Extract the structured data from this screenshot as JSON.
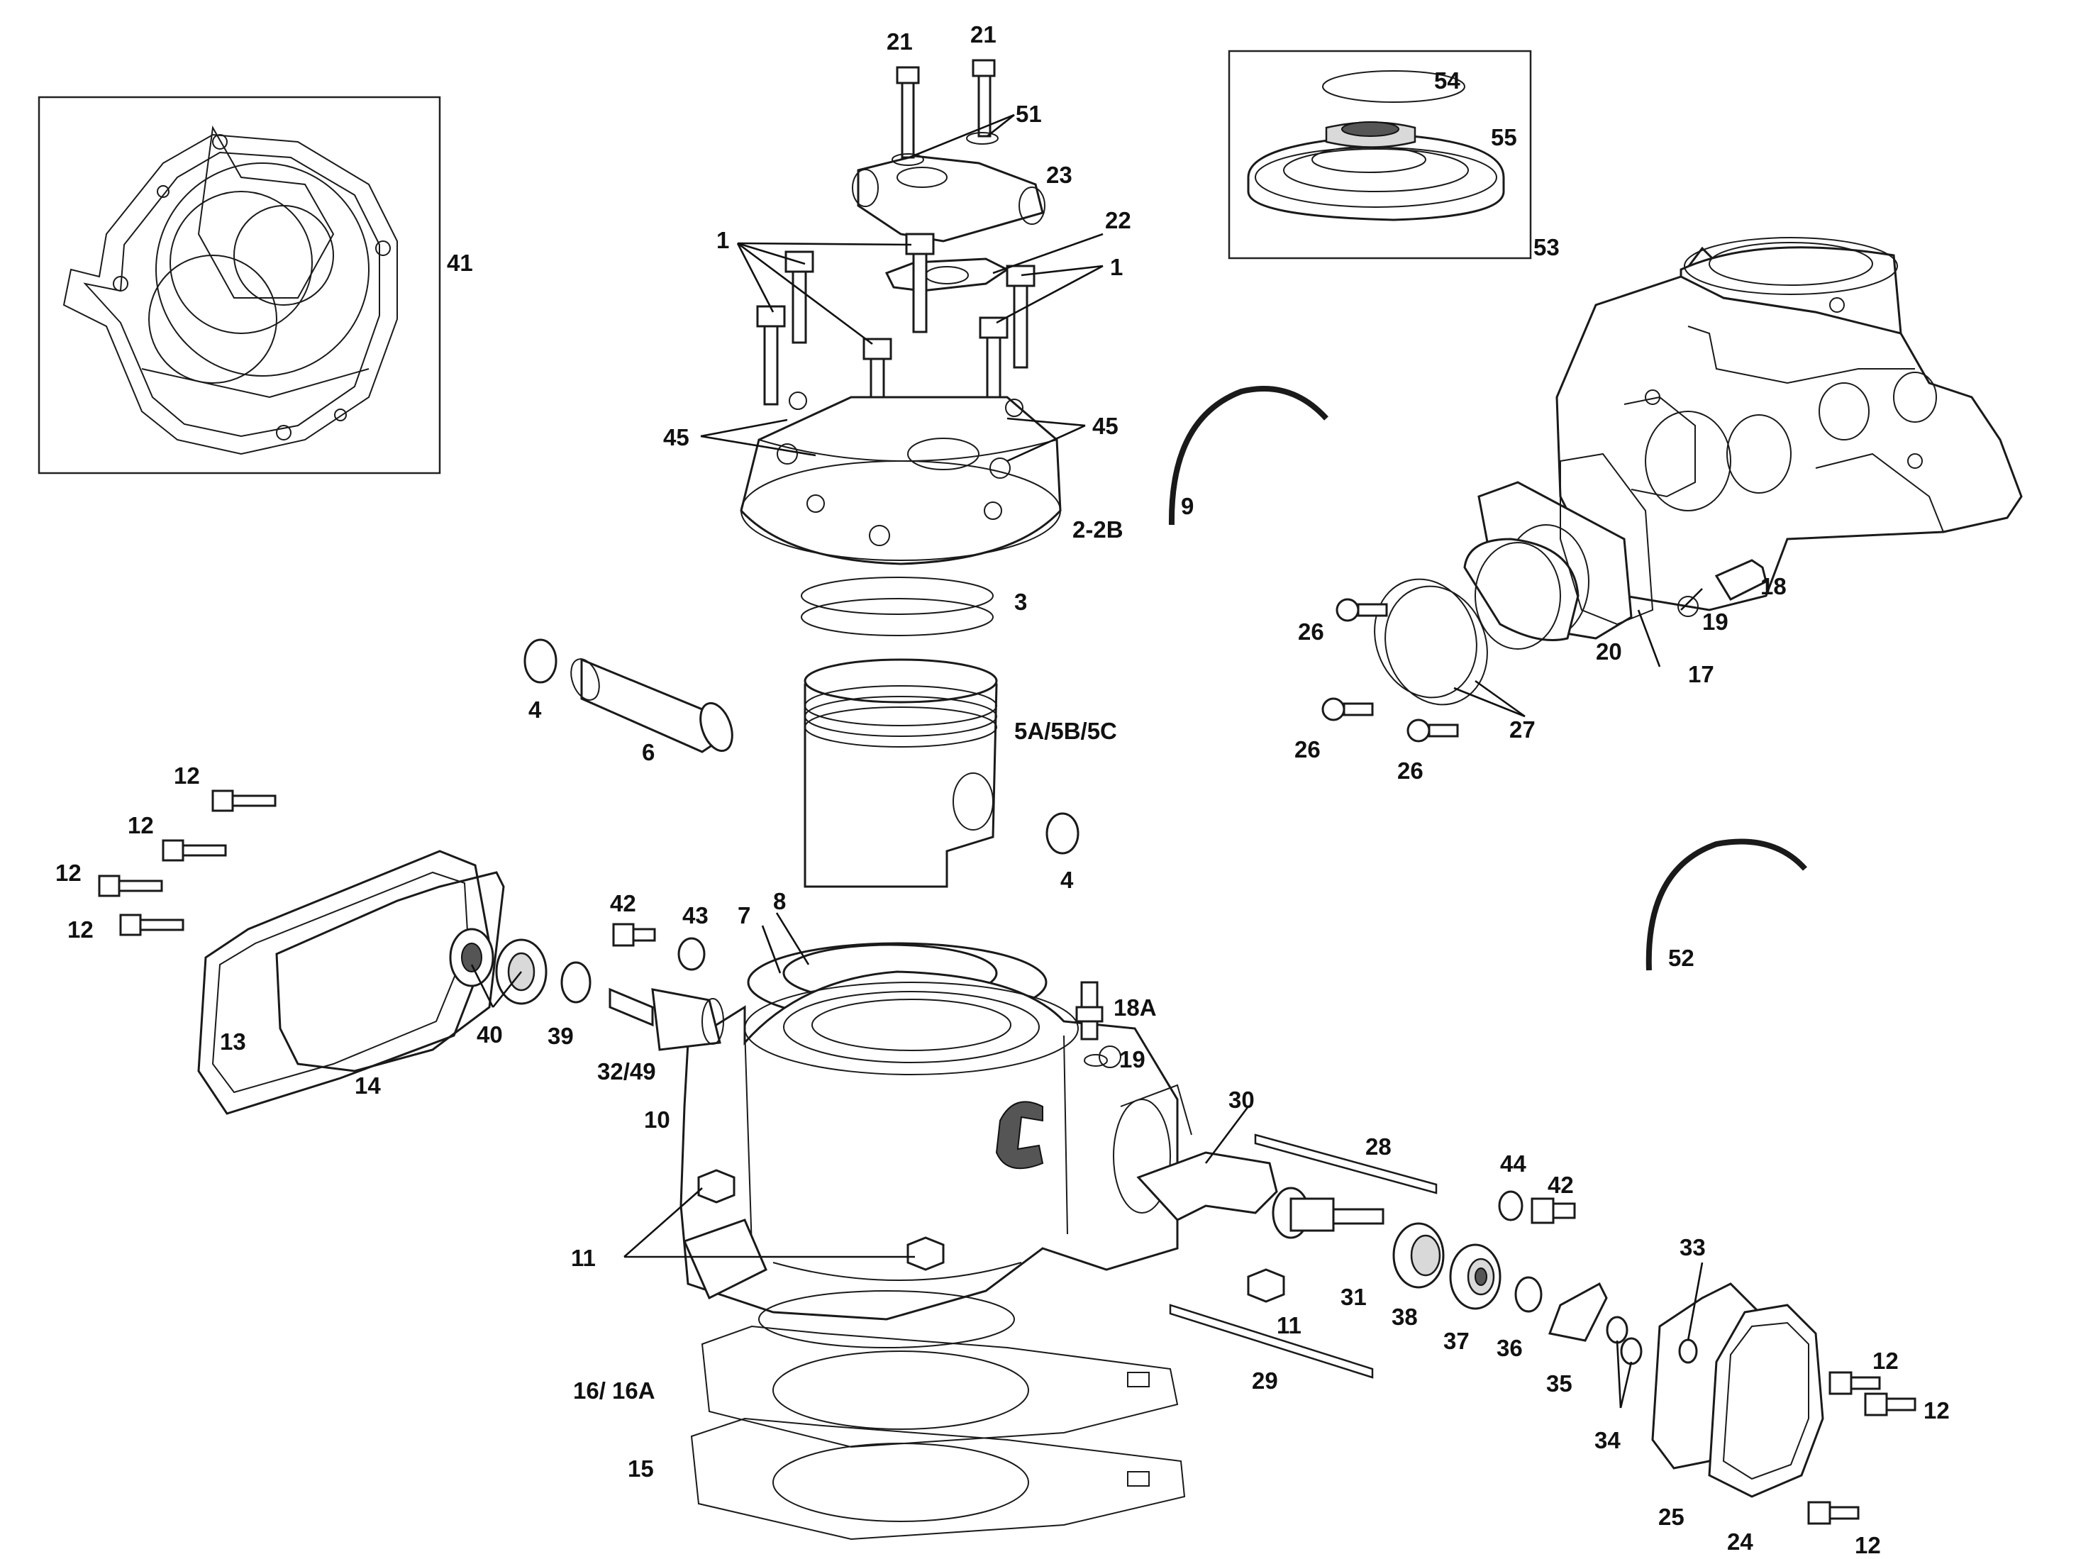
{
  "labels": {
    "l1a": "1",
    "l1b": "1",
    "l2": "2-2B",
    "l3": "3",
    "l4a": "4",
    "l4b": "4",
    "l5": "5A/5B/5C",
    "l6": "6",
    "l7": "7",
    "l8": "8",
    "l9": "9",
    "l10": "10",
    "l11a": "11",
    "l11b": "11",
    "l12a": "12",
    "l12b": "12",
    "l12c": "12",
    "l12d": "12",
    "l12e": "12",
    "l12f": "12",
    "l12g": "12",
    "l13": "13",
    "l14": "14",
    "l15": "15",
    "l16": "16/ 16A",
    "l17": "17",
    "l18": "18",
    "l18a": "18A",
    "l19a": "19",
    "l19b": "19",
    "l20": "20",
    "l21a": "21",
    "l21b": "21",
    "l22": "22",
    "l23": "23",
    "l24": "24",
    "l25": "25",
    "l26a": "26",
    "l26b": "26",
    "l26c": "26",
    "l27": "27",
    "l28": "28",
    "l29": "29",
    "l30": "30",
    "l31": "31",
    "l3249": "32/49",
    "l33": "33",
    "l34": "34",
    "l35": "35",
    "l36": "36",
    "l37": "37",
    "l38": "38",
    "l39": "39",
    "l40": "40",
    "l41": "41",
    "l42a": "42",
    "l42b": "42",
    "l43": "43",
    "l44": "44",
    "l45a": "45",
    "l45b": "45",
    "l51": "51",
    "l52": "52",
    "l53": "53",
    "l54": "54",
    "l55": "55"
  }
}
